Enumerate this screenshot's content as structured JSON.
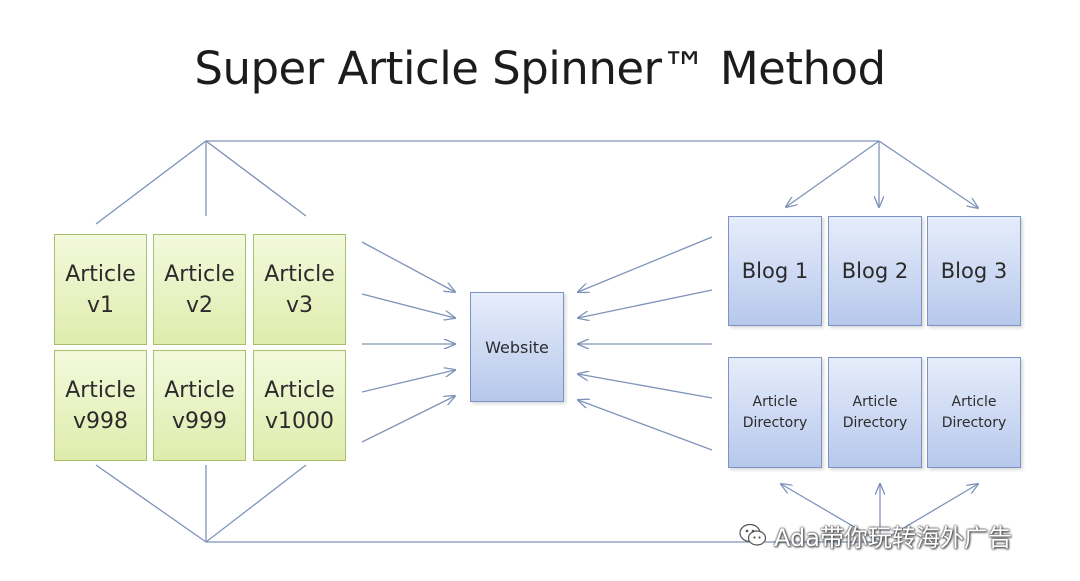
{
  "title": "Super Article Spinner™ Method",
  "articles": [
    {
      "label": "Article\nv1"
    },
    {
      "label": "Article\nv2"
    },
    {
      "label": "Article\nv3"
    },
    {
      "label": "Article\nv998"
    },
    {
      "label": "Article\nv999"
    },
    {
      "label": "Article\nv1000"
    }
  ],
  "website": {
    "label": "Website"
  },
  "blogs": [
    {
      "label": "Blog 1"
    },
    {
      "label": "Blog 2"
    },
    {
      "label": "Blog 3"
    }
  ],
  "directories": [
    {
      "label": "Article\nDirectory"
    },
    {
      "label": "Article\nDirectory"
    },
    {
      "label": "Article\nDirectory"
    }
  ],
  "watermark": {
    "text": "Ada带你玩转海外广告",
    "icon": "wechat-icon"
  },
  "colors": {
    "article_fill": "#dfecad",
    "article_border": "#a9bf6d",
    "blue_fill": "#b7c8ec",
    "blue_border": "#7d94c3",
    "connector": "#7f93b8"
  }
}
